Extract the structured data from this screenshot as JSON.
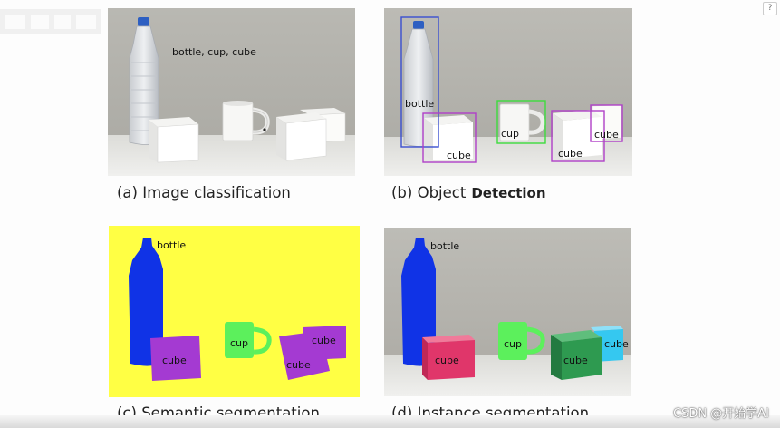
{
  "panels": {
    "a": {
      "caption": "(a) Image classification",
      "class_label": "bottle, cup, cube"
    },
    "b": {
      "caption_main": "(b) Object",
      "caption_bold": "Detection",
      "labels": {
        "bottle": "bottle",
        "cube_left": "cube",
        "cup": "cup",
        "cube_mid": "cube",
        "cube_right": "cube"
      }
    },
    "c": {
      "caption": "(c) Semantic segmentation",
      "labels": {
        "bottle": "bottle",
        "cube_left": "cube",
        "cup": "cup",
        "cube_back": "cube",
        "cube_front": "cube"
      }
    },
    "d": {
      "caption": "(d) Instance segmentation",
      "labels": {
        "bottle": "bottle",
        "cube_left": "cube",
        "cup": "cup",
        "cube_mid": "cube",
        "cube_right": "cube"
      }
    }
  },
  "watermark": "CSDN @开始学AI",
  "corner_button": "?",
  "colors": {
    "bottle_box": "#3a4fd0",
    "cube_box": "#b040c8",
    "cup_box": "#3ddc3d",
    "semantic_bg": "#ffff44",
    "bottle_mask": "#1033e6",
    "cube_mask_semantic": "#a43ad2",
    "cup_mask": "#5cf05c",
    "cube_red": "#e0366a",
    "cube_green": "#2e9a50",
    "cube_cyan": "#35c8f0"
  }
}
